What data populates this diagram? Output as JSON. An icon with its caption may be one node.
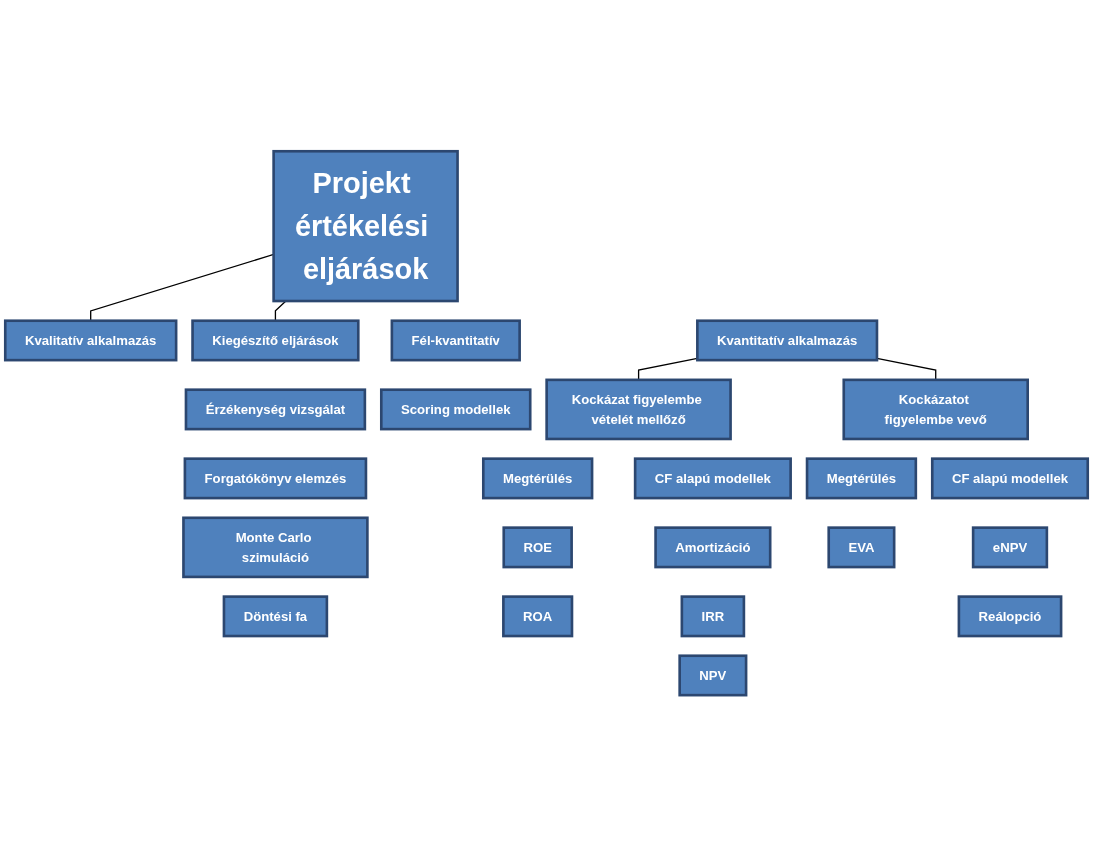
{
  "diagram": {
    "nodes": [
      {
        "text": [
          "Projekt értékelési eljárások"
        ]
      },
      {
        "text": [
          "Kvalitatív alkalmazás"
        ]
      },
      {
        "text": [
          "Fél-kvantitatív"
        ]
      },
      {
        "text": [
          "Kvantitatív alkalmazás"
        ]
      },
      {
        "text": [
          "Kiegészítő eljárások"
        ]
      },
      {
        "text": [
          "Scoring modellek"
        ]
      },
      {
        "text": [
          "Érzékenység vizsgálat"
        ]
      },
      {
        "text": [
          "Kockázat figyelembe vételét mellőző"
        ]
      },
      {
        "text": [
          "Kockázatot figyelembe vevő"
        ]
      },
      {
        "text": [
          "Forgatókönyv elemzés"
        ]
      },
      {
        "text": [
          "Megtérülés"
        ]
      },
      {
        "text": [
          "CF alapú modellek"
        ]
      },
      {
        "text": [
          "Megtérülés"
        ]
      },
      {
        "text": [
          "CF alapú modellek"
        ]
      },
      {
        "text": [
          "Monte Carlo szimuláció"
        ]
      },
      {
        "text": [
          "ROE"
        ]
      },
      {
        "text": [
          "Amortizáció"
        ]
      },
      {
        "text": [
          "EVA"
        ]
      },
      {
        "text": [
          "eNPV"
        ]
      },
      {
        "text": [
          "Döntési fa"
        ]
      },
      {
        "text": [
          "Reálopció"
        ]
      },
      {
        "text": [
          "ROA"
        ]
      },
      {
        "text": [
          "IRR"
        ]
      },
      {
        "text": [
          "NPV"
        ]
      }
    ],
    "edges": [
      {
        "from": 0,
        "to": 1,
        "arrow": "none"
      },
      {
        "from": 0,
        "to": 4,
        "arrow": "none"
      },
      {
        "from": 3,
        "to": 7,
        "arrow": "none"
      },
      {
        "from": 3,
        "to": 8,
        "arrow": "none"
      }
    ]
  }
}
